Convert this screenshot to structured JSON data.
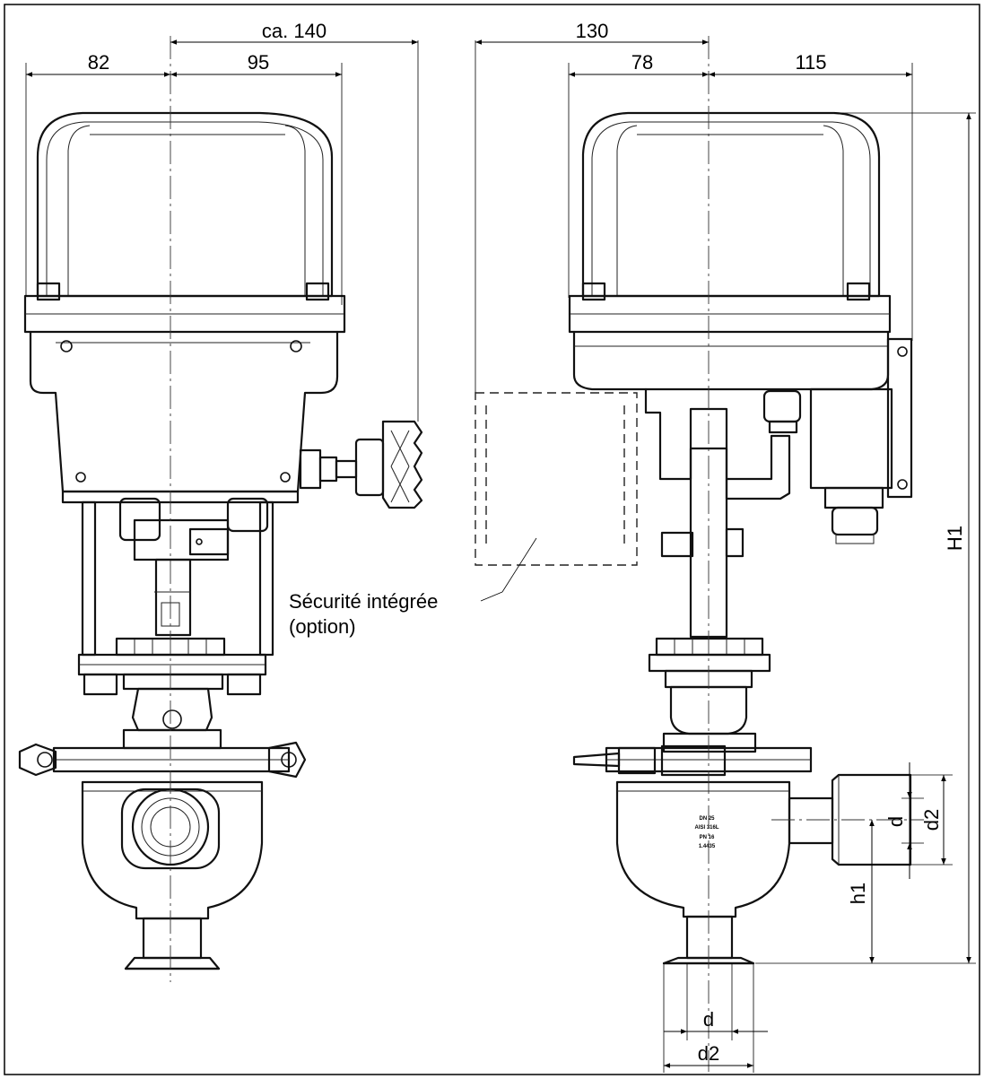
{
  "drawing": {
    "dimensions": {
      "left_view": {
        "overall_right": "ca. 140",
        "left_half": "82",
        "right_half": "95"
      },
      "right_view": {
        "overall_left": "130",
        "left_half": "78",
        "right_half": "115",
        "height": "H1",
        "inlet_height": "h1",
        "side_d": "d",
        "side_d2": "d2",
        "bottom_d": "d",
        "bottom_d2": "d2"
      }
    },
    "annotation": {
      "line1": "Sécurité intégrée",
      "line2": "(option)"
    },
    "body_marking": [
      "DN 25",
      "AISI 316L",
      "PN 16",
      "1.4435"
    ]
  }
}
